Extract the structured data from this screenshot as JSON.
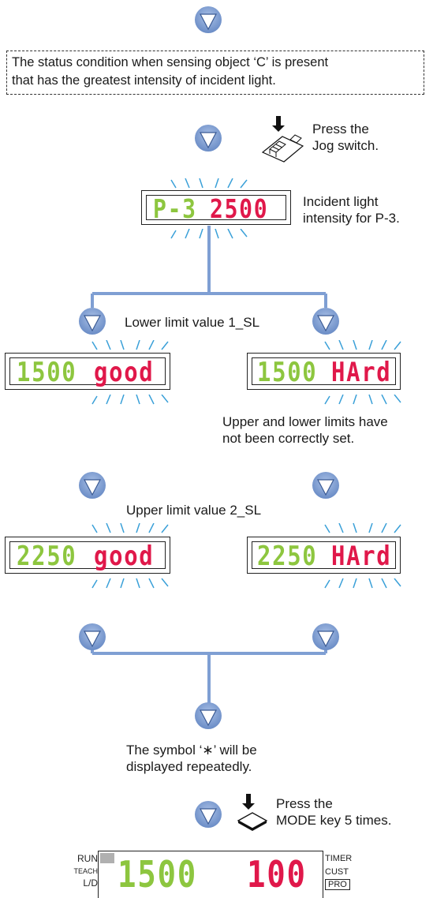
{
  "note": {
    "line1": "The status condition when sensing object ‘C’ is present",
    "line2": "that has the greatest intensity of incident light."
  },
  "jog": {
    "line1": "Press the",
    "line2": "Jog switch."
  },
  "incident": {
    "line1": "Incident light",
    "line2": "intensity for P-3.",
    "display_left": "P-3",
    "display_right": "2500"
  },
  "lower": {
    "label": "Lower limit value 1_SL",
    "left_value": "1500",
    "left_status": "good",
    "right_value": "1500",
    "right_status": "HArd"
  },
  "error": {
    "line1": "Upper and lower limits have",
    "line2": "not been correctly set."
  },
  "upper": {
    "label": "Upper limit value 2_SL",
    "left_value": "2250",
    "left_status": "good",
    "right_value": "2250",
    "right_status": "HArd"
  },
  "symbol": {
    "line1": "The symbol ‘∗’ will be",
    "line2": "displayed repeatedly."
  },
  "mode": {
    "line1": "Press the",
    "line2": "MODE key 5 times."
  },
  "final_display": {
    "left_labels": [
      "RUN",
      "TEACH",
      "L/D"
    ],
    "right_labels": [
      "TIMER",
      "CUST",
      "PRO"
    ],
    "green_value": "1500",
    "red_value": "100"
  },
  "colors": {
    "arrow_fill": "#7f9fd3",
    "line": "#7f9fd3",
    "green": "#8dc63f",
    "red": "#e0184a",
    "spark": "#3aa0d8"
  }
}
